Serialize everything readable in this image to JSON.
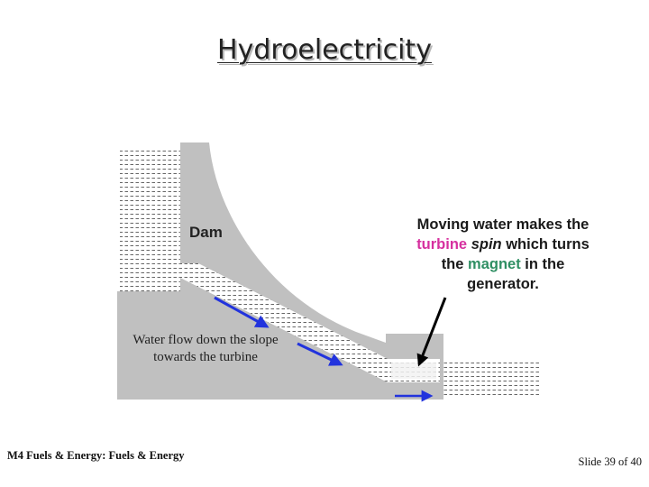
{
  "slide": {
    "title": "Hydroelectricity",
    "footer_left": "M4 Fuels & Energy: Fuels & Energy",
    "footer_right": "Slide 39 of 40"
  },
  "diagram": {
    "dam_label": "Dam",
    "flow_label_line1": "Water flow down the slope",
    "flow_label_line2": "towards the turbine",
    "caption": {
      "part1": "Moving water makes the ",
      "turbine": "turbine",
      "part2": " ",
      "spin": "spin",
      "part3": " which turns the ",
      "magnet": "magnet",
      "part4": " in the generator."
    }
  },
  "colors": {
    "dam_fill": "#c0c0c0",
    "water_lines": "#555555",
    "flow_arrow": "#2233dd",
    "turbine_text": "#d6309f",
    "magnet_text": "#2f8f63"
  }
}
